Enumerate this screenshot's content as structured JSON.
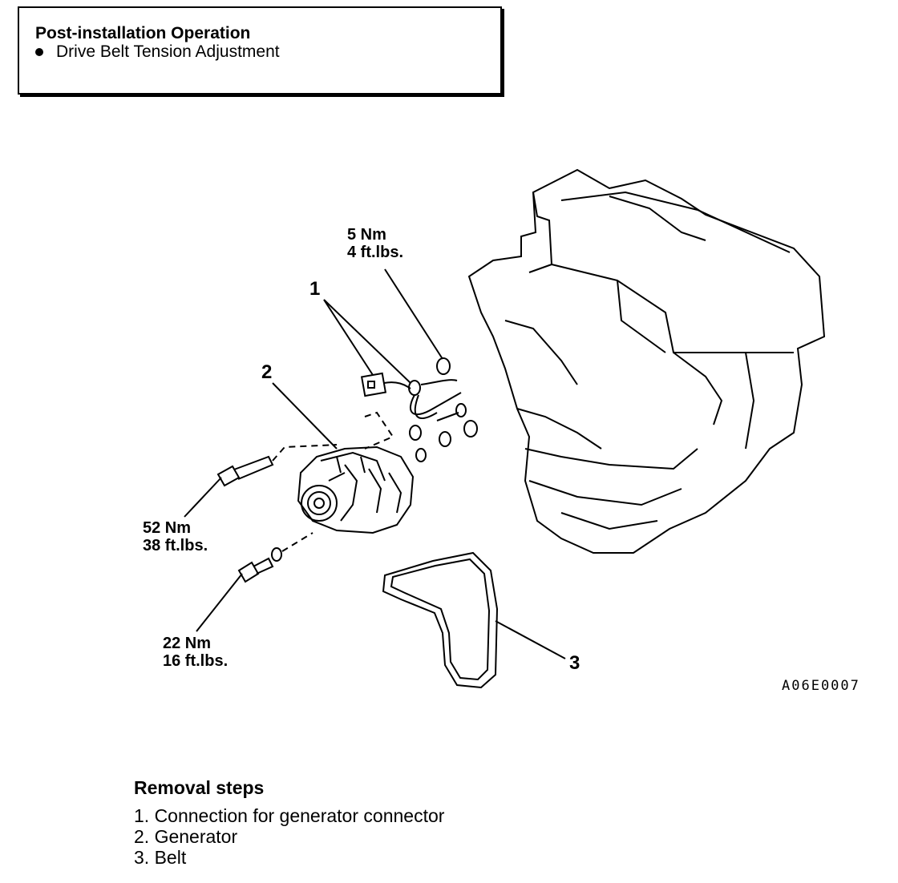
{
  "post_op": {
    "title": "Post-installation Operation",
    "item": "Drive Belt Tension Adjustment"
  },
  "torques": {
    "t1": {
      "nm": "5 Nm",
      "ft": "4 ft.lbs."
    },
    "t2": {
      "nm": "52 Nm",
      "ft": "38 ft.lbs."
    },
    "t3": {
      "nm": "22 Nm",
      "ft": "16 ft.lbs."
    }
  },
  "callouts": {
    "c1": "1",
    "c2": "2",
    "c3": "3"
  },
  "figure_code": "A06E0007",
  "removal": {
    "title": "Removal steps",
    "steps": [
      "1. Connection for generator connector",
      "2. Generator",
      "3. Belt"
    ]
  }
}
